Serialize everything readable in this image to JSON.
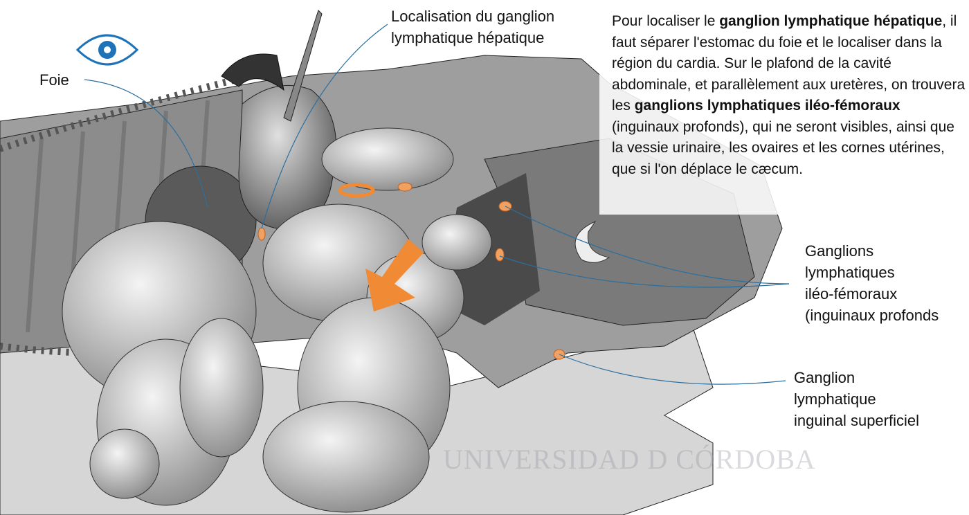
{
  "labels": {
    "hepatic": [
      "Localisation du ganglion",
      "lymphatique hépatique"
    ],
    "liver": "Foie",
    "iliofemoral": [
      "Ganglions",
      "lymphatiques",
      "iléo-fémoraux",
      "(inguinaux profonds"
    ],
    "inguinal": [
      "Ganglion",
      "lymphatique",
      "inguinal superficiel"
    ]
  },
  "description": {
    "p1": "Pour localiser le ",
    "b1": "ganglion lymphatique hépatique",
    "p2": ", il faut séparer l'estomac du foie et le localiser dans la région du cardia. Sur le plafond de la cavité abdominale, et parallèlement aux uretères, on trouvera les ",
    "b2": "ganglions lymphatiques iléo-fémoraux",
    "p3": " (inguinaux profonds), qui ne seront visibles, ainsi que la vessie urinaire, les ovaires et les cornes utérines, que si l'on déplace le cæcum."
  },
  "watermark": "UNIVERSIDAD D CÓRDOBA",
  "icons": {
    "view": "eye-icon",
    "direction": "arrow-icon"
  },
  "colors": {
    "node": "#f0a060",
    "arrow": "#f08a35",
    "leader": "#2b6f9e",
    "eye": "#1e73b8"
  }
}
